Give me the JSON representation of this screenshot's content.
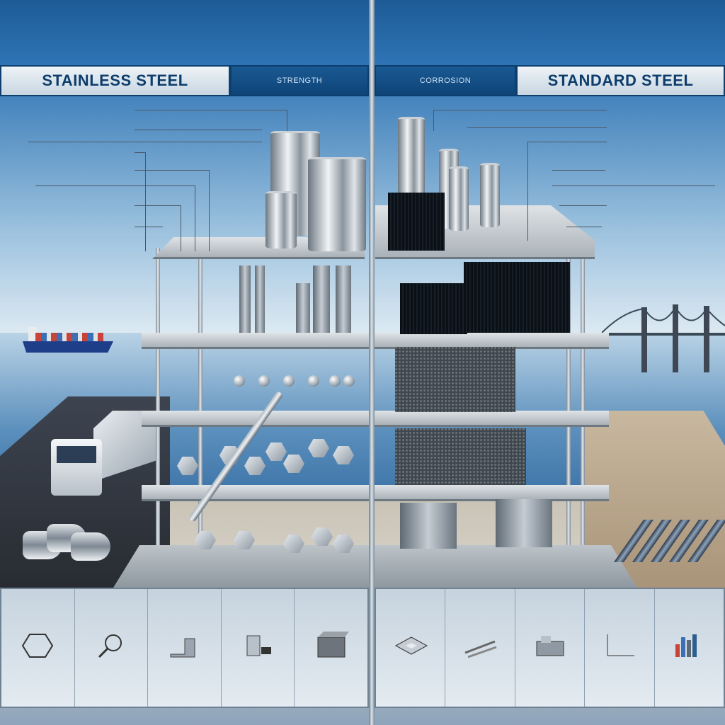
{
  "header": {
    "left_title": "STAINLESS STEEL",
    "left_sub": "STRENGTH",
    "right_sub": "CORROSION",
    "right_title": "STANDARD STEEL"
  },
  "colors": {
    "header_blue": "#0e4477",
    "title_text": "#0d3d6b"
  },
  "icons": {
    "ship": "container-ship-icon",
    "bridge": "suspension-bridge-icon",
    "truck": "semi-truck-icon",
    "pipes": "steel-pipes-icon",
    "sticks": "steel-bars-icon"
  }
}
